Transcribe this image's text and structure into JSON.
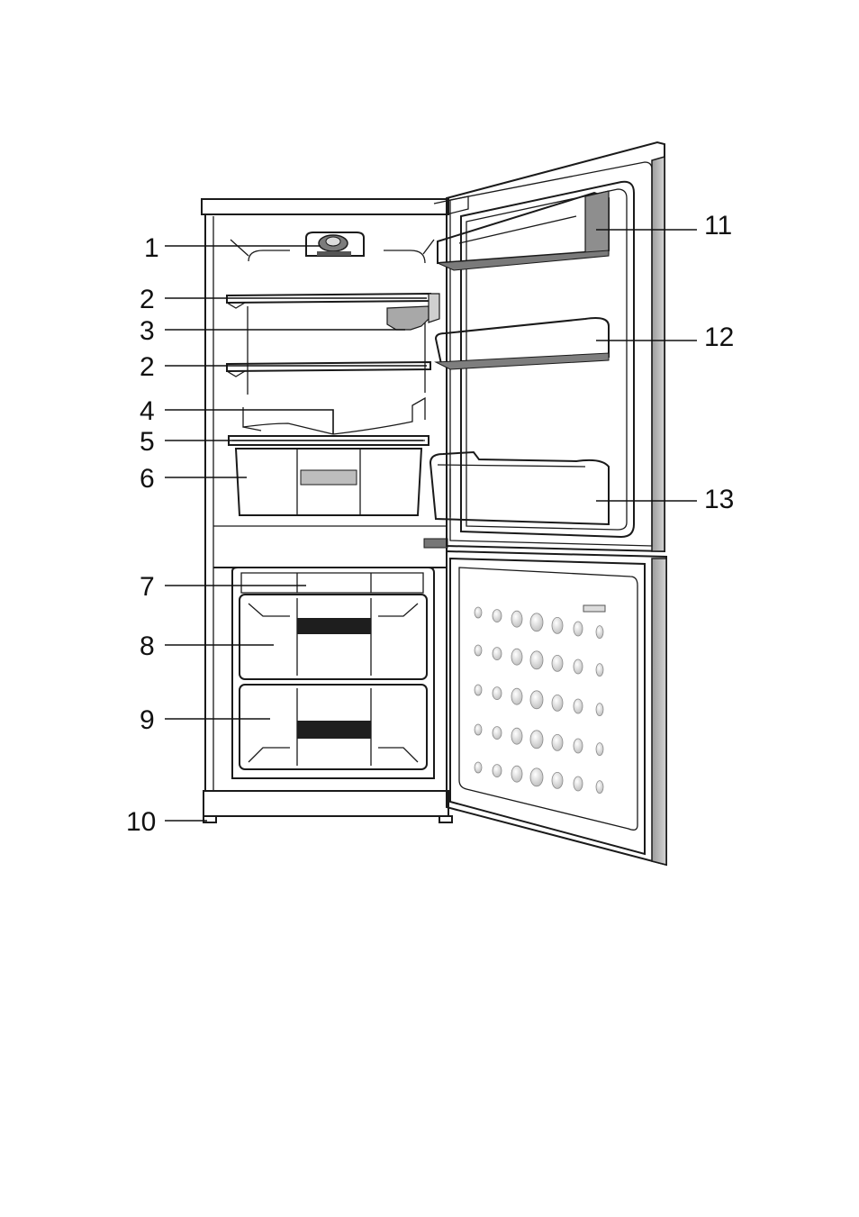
{
  "callouts": {
    "c1": "1",
    "c2a": "2",
    "c3": "3",
    "c2b": "2",
    "c4": "4",
    "c5": "5",
    "c6": "6",
    "c7": "7",
    "c8": "8",
    "c9": "9",
    "c10": "10",
    "c11": "11",
    "c12": "12",
    "c13": "13"
  },
  "colors": {
    "outline": "#1a1a1a",
    "part_fill": "#c9c9c9",
    "part_dark": "#8a8a8a",
    "drawer_band": "#1e1e1e",
    "door_edge": "#b5b5b5"
  }
}
